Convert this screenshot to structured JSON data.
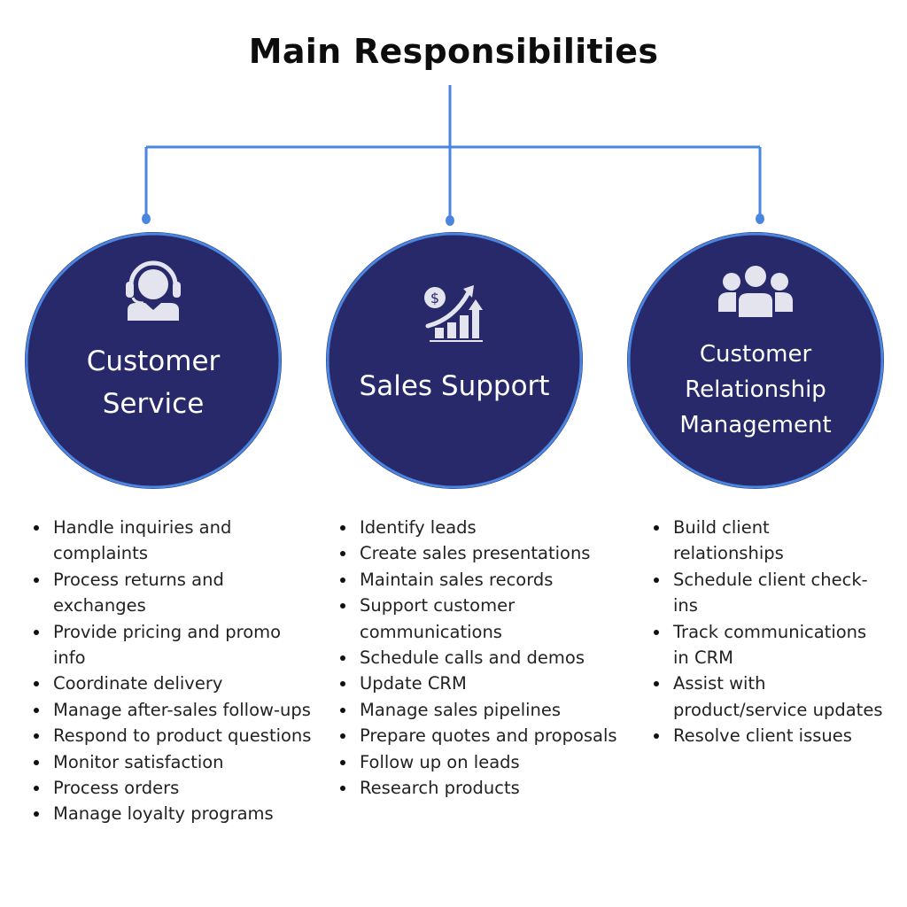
{
  "title": "Main Responsibilities",
  "colors": {
    "circle_fill": "#27296a",
    "accent_blue": "#4a86e0",
    "icon_fill": "#e4e4ee",
    "text_dark": "#222222"
  },
  "columns": [
    {
      "label": "Customer Service",
      "label_lines": [
        "Customer",
        "Service"
      ],
      "icon": "headset-agent-icon",
      "items": [
        "Handle inquiries and complaints",
        "Process returns and exchanges",
        "Provide pricing and promo info",
        "Coordinate delivery",
        "Manage after-sales follow-ups",
        "Respond to product questions",
        "Monitor satisfaction",
        "Process orders",
        "Manage loyalty programs"
      ]
    },
    {
      "label": "Sales Support",
      "label_lines": [
        "Sales Support"
      ],
      "icon": "sales-growth-chart-icon",
      "items": [
        "Identify leads",
        "Create sales presentations",
        "Maintain sales records",
        "Support customer communications",
        "Schedule calls and demos",
        "Update CRM",
        "Manage sales pipelines",
        "Prepare quotes and proposals",
        "Follow up on leads",
        "Research products"
      ]
    },
    {
      "label": "Customer Relationship Management",
      "label_lines": [
        "Customer",
        "Relationship",
        "Management"
      ],
      "icon": "group-people-icon",
      "items": [
        "Build client relationships",
        "Schedule client check-ins",
        "Track communications in CRM",
        "Assist with product/service updates",
        "Resolve client issues"
      ]
    }
  ]
}
